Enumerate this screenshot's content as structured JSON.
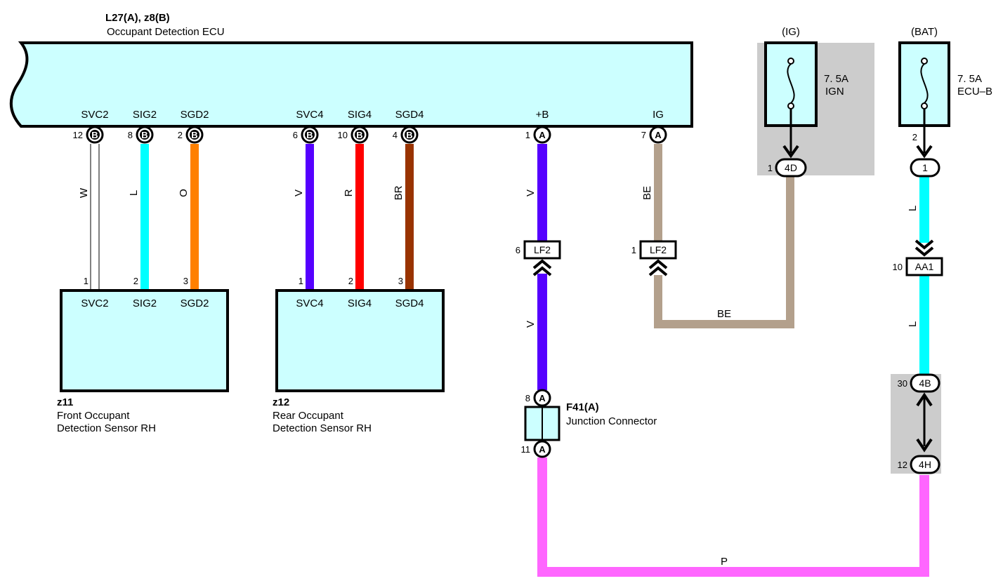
{
  "ecu": {
    "ref": "L27(A), z8(B)",
    "name": "Occupant Detection ECU",
    "terminals": [
      {
        "pin": "12",
        "conn": "B",
        "name": "SVC2"
      },
      {
        "pin": "8",
        "conn": "B",
        "name": "SIG2"
      },
      {
        "pin": "2",
        "conn": "B",
        "name": "SGD2"
      },
      {
        "pin": "6",
        "conn": "B",
        "name": "SVC4"
      },
      {
        "pin": "10",
        "conn": "B",
        "name": "SIG4"
      },
      {
        "pin": "4",
        "conn": "B",
        "name": "SGD4"
      },
      {
        "pin": "1",
        "conn": "A",
        "name": "+B"
      },
      {
        "pin": "7",
        "conn": "A",
        "name": "IG"
      }
    ]
  },
  "sensors": [
    {
      "ref": "z11",
      "name_line1": "Front Occupant",
      "name_line2": "Detection Sensor RH",
      "terminals": [
        {
          "pin": "1",
          "name": "SVC2"
        },
        {
          "pin": "2",
          "name": "SIG2"
        },
        {
          "pin": "3",
          "name": "SGD2"
        }
      ]
    },
    {
      "ref": "z12",
      "name_line1": "Rear Occupant",
      "name_line2": "Detection Sensor RH",
      "terminals": [
        {
          "pin": "1",
          "name": "SVC4"
        },
        {
          "pin": "2",
          "name": "SIG4"
        },
        {
          "pin": "3",
          "name": "SGD4"
        }
      ]
    }
  ],
  "wires": {
    "svc2": {
      "code": "W",
      "color": "#ffffff"
    },
    "sig2": {
      "code": "L",
      "color": "#00ffff"
    },
    "sgd2": {
      "code": "O",
      "color": "#ff8000"
    },
    "svc4": {
      "code": "V",
      "color": "#5500ff"
    },
    "sig4": {
      "code": "R",
      "color": "#ff0000"
    },
    "sgd4": {
      "code": "BR",
      "color": "#993300"
    },
    "plus_b_upper": {
      "code": "V",
      "color": "#5500ff"
    },
    "plus_b_lower": {
      "code": "V",
      "color": "#5500ff"
    },
    "ig_vertical": {
      "code": "BE",
      "color": "#b3a08c"
    },
    "ig_horizontal": {
      "code": "BE",
      "color": "#b3a08c"
    },
    "bat_upper": {
      "code": "L",
      "color": "#00ffff"
    },
    "bat_lower": {
      "code": "L",
      "color": "#00ffff"
    },
    "pink_bottom": {
      "code": "P",
      "color": "#ff66ff"
    }
  },
  "fuses": {
    "ig": {
      "group": "(IG)",
      "rating": "7. 5A",
      "name": "IGN",
      "conn_pin": "1",
      "conn": "4D"
    },
    "bat": {
      "group": "(BAT)",
      "rating": "7. 5A",
      "name": "ECU–B",
      "pin_top": "2",
      "conn": "1"
    }
  },
  "inline_connectors": [
    {
      "id": "lf2_a",
      "pin": "6",
      "name": "LF2"
    },
    {
      "id": "lf2_b",
      "pin": "1",
      "name": "LF2"
    },
    {
      "id": "aa1",
      "pin": "10",
      "name": "AA1"
    }
  ],
  "junction": {
    "ref": "F41(A)",
    "name": "Junction Connector",
    "pin_top": "8",
    "pin_bottom": "11",
    "conn": "A"
  },
  "junction_block": {
    "top_pin": "30",
    "top_conn": "4B",
    "bottom_pin": "12",
    "bottom_conn": "4H"
  },
  "colors": {
    "component_fill": "#ccffff",
    "relay_block_bg": "#cccccc",
    "outline": "#000000"
  }
}
